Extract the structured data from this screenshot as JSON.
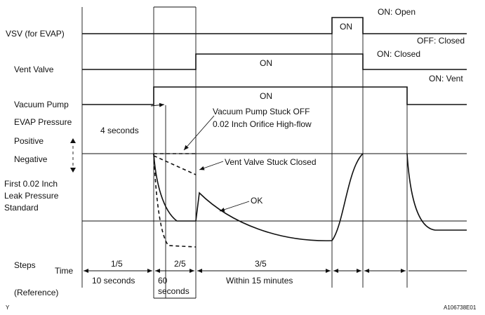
{
  "signals": {
    "vsv": "VSV (for EVAP)",
    "vent_valve": "Vent Valve",
    "vacuum_pump": "Vacuum Pump",
    "evap_pressure": "EVAP Pressure",
    "positive": "Positive",
    "negative": "Negative",
    "leak_std_line1": "First 0.02 Inch",
    "leak_std_line2": "Leak Pressure",
    "leak_std_line3": "Standard"
  },
  "states": {
    "vsv_on_label": "ON: Open",
    "vsv_off_label": "OFF: Closed",
    "vent_on_label": "ON: Closed",
    "vent_off_label": "ON: Vent",
    "on": "ON"
  },
  "annotations": {
    "four_seconds": "4 seconds",
    "pump_stuck_off": "Vacuum Pump Stuck OFF",
    "orifice_high_flow": "0.02 Inch Orifice High-flow",
    "vent_stuck_closed": "Vent Valve Stuck Closed",
    "ok": "OK"
  },
  "footer": {
    "steps": "Steps",
    "time": "Time",
    "reference": "(Reference)",
    "step_1": "1/5",
    "step_2": "2/5",
    "step_3": "3/5",
    "time_1": "10 seconds",
    "time_2_line1": "60",
    "time_2_line2": "seconds",
    "time_3": "Within 15 minutes"
  },
  "marks": {
    "corner_left": "Y",
    "corner_right": "A106738E01"
  }
}
